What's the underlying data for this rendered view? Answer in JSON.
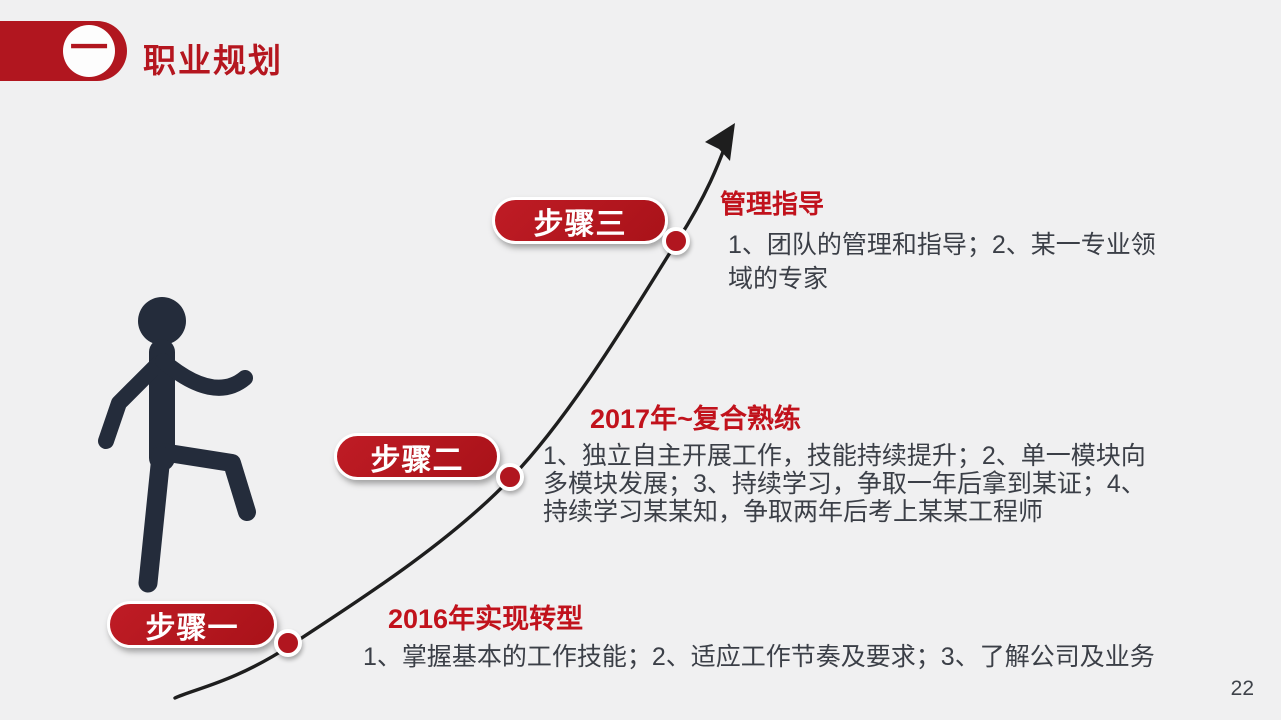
{
  "slide": {
    "page_number": "22",
    "background_color": "#f0f0f1",
    "accent_red": "#b1161f",
    "title_red": "#c1121c",
    "body_text_color": "#3b3f47",
    "person_color": "#242c3b",
    "curve_color": "#1e1e1e"
  },
  "header": {
    "number_symbol": "一",
    "title": "职业规划"
  },
  "icons": {
    "person": "climbing-person-icon",
    "curve": "growth-curve-arrow"
  },
  "steps": [
    {
      "badge": "步骤一",
      "title": "2016年实现转型",
      "body": "1、掌握基本的工作技能；2、适应工作节奏及要求；3、了解公司及业务"
    },
    {
      "badge": "步骤二",
      "title": "2017年~复合熟练",
      "body": "1、独立自主开展工作，技能持续提升；2、单一模块向\n多模块发展；3、持续学习，争取一年后拿到某证；4、\n持续学习某某知，争取两年后考上某某工程师"
    },
    {
      "badge": "步骤三",
      "title": "管理指导",
      "body": "1、团队的管理和指导；2、某一专业领\n域的专家"
    }
  ]
}
